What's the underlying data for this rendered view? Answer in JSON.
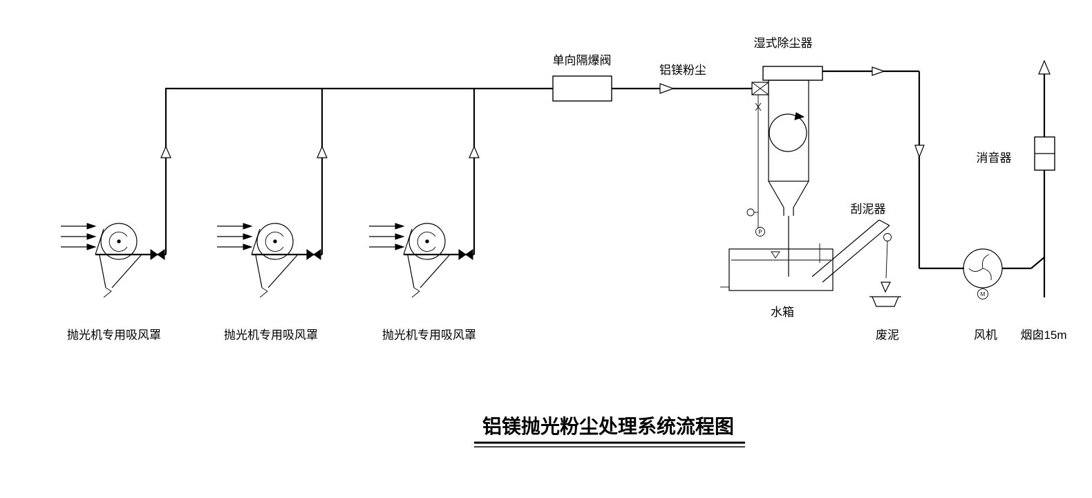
{
  "title": "铝镁抛光粉尘处理系统流程图",
  "labels": {
    "explosion_valve": "单向隔爆阀",
    "dust_stream": "铝镁粉尘",
    "wet_collector": "湿式除尘器",
    "scraper": "刮泥器",
    "water_tank": "水箱",
    "waste_mud": "废泥",
    "fan": "风机",
    "chimney": "烟囱15m",
    "silencer": "消音器",
    "hood1": "抛光机专用吸风罩",
    "hood2": "抛光机专用吸风罩",
    "hood3": "抛光机专用吸风罩",
    "fan_motor": "M",
    "gauge": "P"
  }
}
